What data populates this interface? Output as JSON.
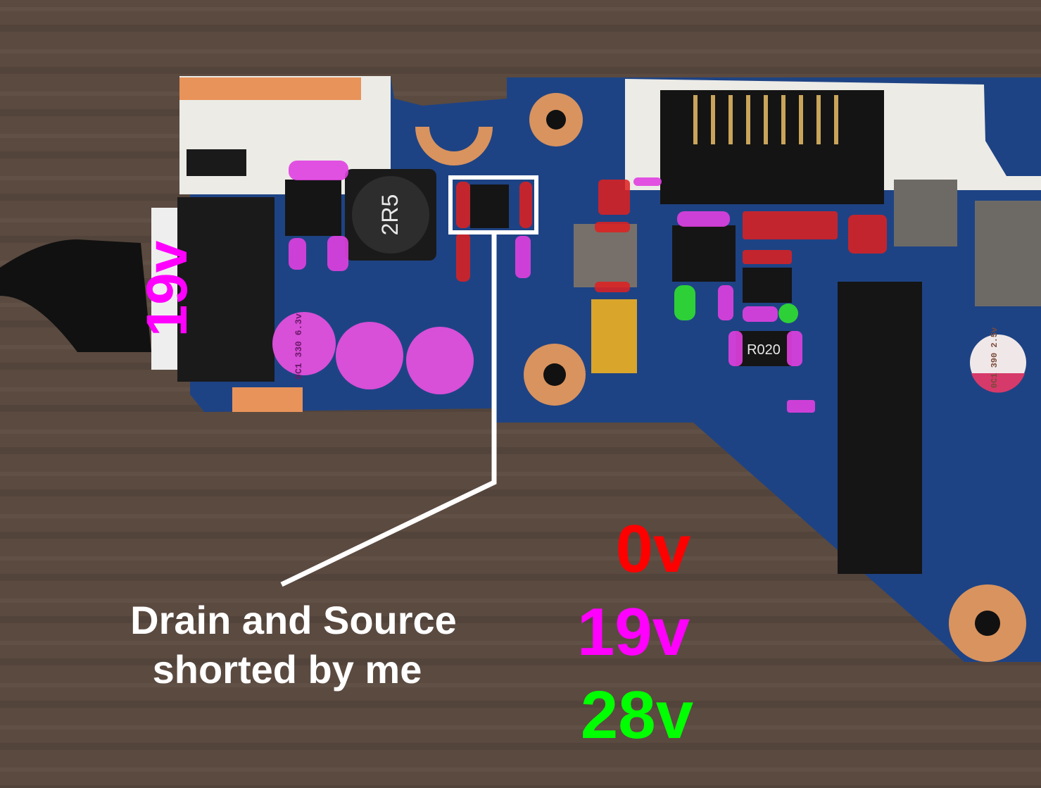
{
  "annotations": {
    "connector_voltage": "19v",
    "callout": {
      "line1": "Drain and Source",
      "line2": "shorted by me"
    },
    "legend": [
      {
        "label": "0v",
        "color": "#ff0000"
      },
      {
        "label": "19v",
        "color": "#ff00ff"
      },
      {
        "label": "28v",
        "color": "#00ff00"
      }
    ]
  },
  "components": {
    "inductor_marking": "2R5",
    "resistor_marking": "R020",
    "cap1": "0C1 330 6.3v",
    "cap_right": "0C1 390 2.5v"
  },
  "colors": {
    "board": "#1e4384",
    "wood": "#5b4a40",
    "copper": "#d9935e",
    "marker_red": "#e02020",
    "marker_magenta": "#e040e0",
    "marker_green": "#30e030"
  }
}
